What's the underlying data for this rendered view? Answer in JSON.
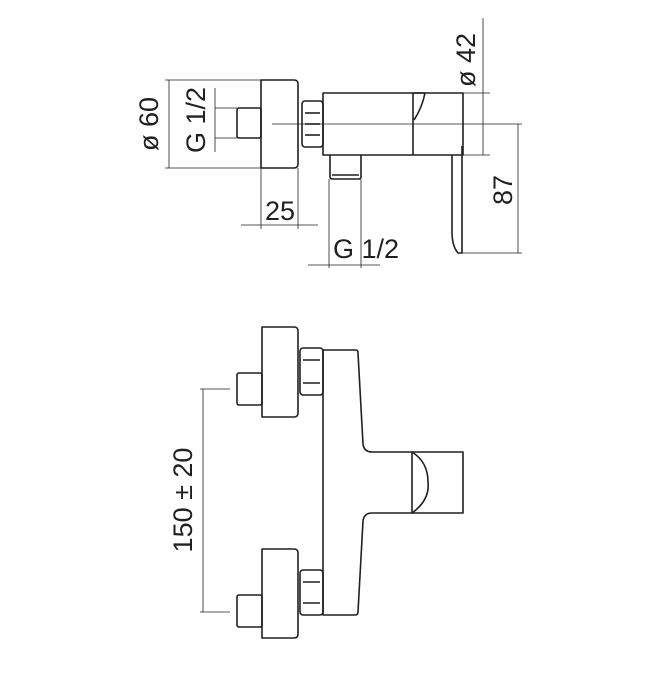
{
  "side_view": {
    "dim_rosette_diameter": "ø 60",
    "dim_inlet_thread": "G 1/2",
    "dim_body_diameter": "ø 42",
    "dim_projection": "87",
    "dim_rosette_depth": "25",
    "dim_outlet_thread": "G 1/2"
  },
  "front_view": {
    "dim_inlet_spacing": "150 ± 20"
  },
  "colors": {
    "line": "#231f20",
    "background": "#ffffff"
  }
}
